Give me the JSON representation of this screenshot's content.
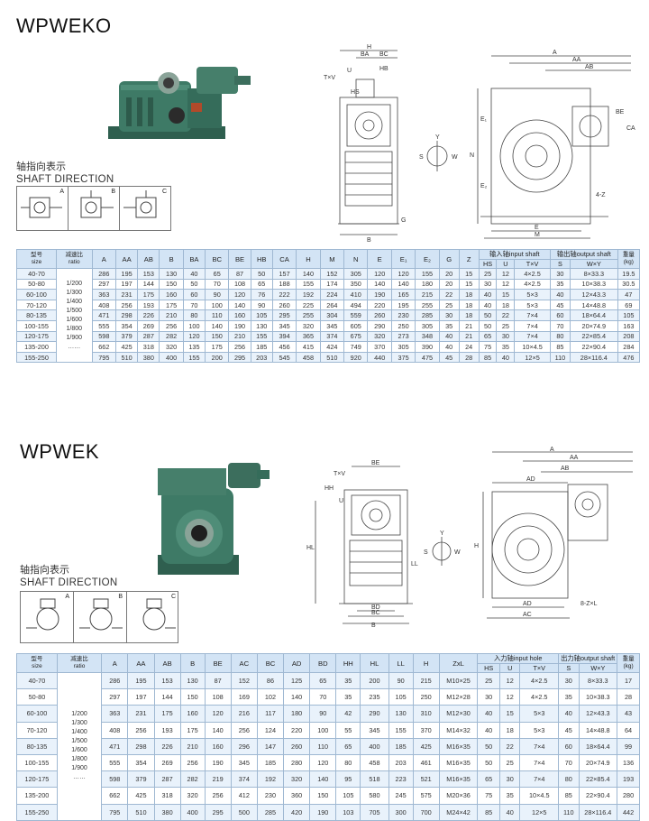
{
  "sections": [
    {
      "title": "WPWEKO",
      "shaft_label_cn": "轴指向表示",
      "shaft_label_en": "SHAFT DIRECTION",
      "direction_letters": [
        "A",
        "B",
        "C"
      ],
      "header": {
        "size_cn": "型号",
        "size_en": "size",
        "ratio_cn": "减速比",
        "ratio_en": "ratio",
        "cols": [
          "A",
          "AA",
          "AB",
          "B",
          "BA",
          "BC",
          "BE",
          "HB",
          "CA",
          "H",
          "M",
          "N",
          "E",
          "E₁",
          "E₂",
          "G",
          "Z"
        ],
        "input_group": "输入轴input shaft",
        "output_group": "输出轴output shaft",
        "weight_cn": "重量",
        "weight_unit": "(kg)",
        "input_cols": [
          "HS",
          "U",
          "T×V"
        ],
        "output_cols": [
          "S",
          "W×Y"
        ]
      },
      "ratio_list": [
        "1/200",
        "1/300",
        "1/400",
        "1/500",
        "1/600",
        "1/800",
        "1/900",
        "……"
      ],
      "rows": [
        [
          "40-70",
          "286",
          "195",
          "153",
          "130",
          "40",
          "65",
          "87",
          "50",
          "157",
          "140",
          "152",
          "305",
          "120",
          "120",
          "155",
          "20",
          "15",
          "25",
          "12",
          "4×2.5",
          "30",
          "8×33.3",
          "19.5"
        ],
        [
          "50-80",
          "297",
          "197",
          "144",
          "150",
          "50",
          "70",
          "108",
          "65",
          "188",
          "155",
          "174",
          "350",
          "140",
          "140",
          "180",
          "20",
          "15",
          "30",
          "12",
          "4×2.5",
          "35",
          "10×38.3",
          "30.5"
        ],
        [
          "60-100",
          "363",
          "231",
          "175",
          "160",
          "60",
          "90",
          "120",
          "76",
          "222",
          "192",
          "224",
          "410",
          "190",
          "165",
          "215",
          "22",
          "18",
          "40",
          "15",
          "5×3",
          "40",
          "12×43.3",
          "47"
        ],
        [
          "70-120",
          "408",
          "256",
          "193",
          "175",
          "70",
          "100",
          "140",
          "90",
          "260",
          "225",
          "264",
          "494",
          "220",
          "195",
          "255",
          "25",
          "18",
          "40",
          "18",
          "5×3",
          "45",
          "14×48.8",
          "69"
        ],
        [
          "80-135",
          "471",
          "298",
          "226",
          "210",
          "80",
          "110",
          "160",
          "105",
          "295",
          "255",
          "304",
          "559",
          "260",
          "230",
          "285",
          "30",
          "18",
          "50",
          "22",
          "7×4",
          "60",
          "18×64.4",
          "105"
        ],
        [
          "100-155",
          "555",
          "354",
          "269",
          "256",
          "100",
          "140",
          "190",
          "130",
          "345",
          "320",
          "345",
          "605",
          "290",
          "250",
          "305",
          "35",
          "21",
          "50",
          "25",
          "7×4",
          "70",
          "20×74.9",
          "163"
        ],
        [
          "120-175",
          "598",
          "379",
          "287",
          "282",
          "120",
          "150",
          "210",
          "155",
          "394",
          "365",
          "374",
          "675",
          "320",
          "273",
          "348",
          "40",
          "21",
          "65",
          "30",
          "7×4",
          "80",
          "22×85.4",
          "208"
        ],
        [
          "135-200",
          "662",
          "425",
          "318",
          "320",
          "135",
          "175",
          "256",
          "185",
          "456",
          "415",
          "424",
          "749",
          "370",
          "305",
          "390",
          "40",
          "24",
          "75",
          "35",
          "10×4.5",
          "85",
          "22×90.4",
          "284"
        ],
        [
          "155-250",
          "795",
          "510",
          "380",
          "400",
          "155",
          "200",
          "295",
          "203",
          "545",
          "458",
          "510",
          "920",
          "440",
          "375",
          "475",
          "45",
          "28",
          "85",
          "40",
          "12×5",
          "110",
          "28×116.4",
          "476"
        ]
      ]
    },
    {
      "title": "WPWEK",
      "shaft_label_cn": "轴指向表示",
      "shaft_label_en": "SHAFT DIRECTION",
      "direction_letters": [
        "A",
        "B",
        "C"
      ],
      "header": {
        "size_cn": "型号",
        "size_en": "size",
        "ratio_cn": "减速比",
        "ratio_en": "ratio",
        "cols": [
          "A",
          "AA",
          "AB",
          "B",
          "BE",
          "AC",
          "BC",
          "AD",
          "BD",
          "HH",
          "HL",
          "LL",
          "H",
          "ZxL"
        ],
        "input_group": "入力轴input hole",
        "output_group": "出力轴output shaft",
        "weight_cn": "重量",
        "weight_unit": "(kg)",
        "input_cols": [
          "HS",
          "U",
          "T×V"
        ],
        "output_cols": [
          "S",
          "W×Y"
        ]
      },
      "ratio_list": [
        "1/200",
        "1/300",
        "1/400",
        "1/500",
        "1/600",
        "1/800",
        "1/900",
        "……"
      ],
      "rows": [
        [
          "40-70",
          "286",
          "195",
          "153",
          "130",
          "87",
          "152",
          "86",
          "125",
          "65",
          "35",
          "200",
          "90",
          "215",
          "M10×25",
          "25",
          "12",
          "4×2.5",
          "30",
          "8×33.3",
          "17"
        ],
        [
          "50-80",
          "297",
          "197",
          "144",
          "150",
          "108",
          "169",
          "102",
          "140",
          "70",
          "35",
          "235",
          "105",
          "250",
          "M12×28",
          "30",
          "12",
          "4×2.5",
          "35",
          "10×38.3",
          "28"
        ],
        [
          "60-100",
          "363",
          "231",
          "175",
          "160",
          "120",
          "216",
          "117",
          "180",
          "90",
          "42",
          "290",
          "130",
          "310",
          "M12×30",
          "40",
          "15",
          "5×3",
          "40",
          "12×43.3",
          "43"
        ],
        [
          "70-120",
          "408",
          "256",
          "193",
          "175",
          "140",
          "256",
          "124",
          "220",
          "100",
          "55",
          "345",
          "155",
          "370",
          "M14×32",
          "40",
          "18",
          "5×3",
          "45",
          "14×48.8",
          "64"
        ],
        [
          "80-135",
          "471",
          "298",
          "226",
          "210",
          "160",
          "296",
          "147",
          "260",
          "110",
          "65",
          "400",
          "185",
          "425",
          "M16×35",
          "50",
          "22",
          "7×4",
          "60",
          "18×64.4",
          "99"
        ],
        [
          "100-155",
          "555",
          "354",
          "269",
          "256",
          "190",
          "345",
          "185",
          "280",
          "120",
          "80",
          "458",
          "203",
          "461",
          "M16×35",
          "50",
          "25",
          "7×4",
          "70",
          "20×74.9",
          "136"
        ],
        [
          "120-175",
          "598",
          "379",
          "287",
          "282",
          "219",
          "374",
          "192",
          "320",
          "140",
          "95",
          "518",
          "223",
          "521",
          "M16×35",
          "65",
          "30",
          "7×4",
          "80",
          "22×85.4",
          "193"
        ],
        [
          "135-200",
          "662",
          "425",
          "318",
          "320",
          "256",
          "412",
          "230",
          "360",
          "150",
          "105",
          "580",
          "245",
          "575",
          "M20×36",
          "75",
          "35",
          "10×4.5",
          "85",
          "22×90.4",
          "280"
        ],
        [
          "155-250",
          "795",
          "510",
          "380",
          "400",
          "295",
          "500",
          "285",
          "420",
          "190",
          "103",
          "705",
          "300",
          "700",
          "M24×42",
          "85",
          "40",
          "12×5",
          "110",
          "28×116.4",
          "442"
        ]
      ]
    }
  ],
  "drawing_labels": {
    "top_side": [
      "H",
      "BA",
      "BC",
      "HB",
      "T×V",
      "U",
      "HS",
      "B",
      "G"
    ],
    "top_front": [
      "A",
      "AA",
      "AB",
      "BE",
      "CA",
      "E₁",
      "N",
      "E₂",
      "E",
      "M",
      "4-Z"
    ],
    "top_shaft": [
      "Y",
      "S",
      "W"
    ],
    "bottom_side": [
      "BE",
      "HH",
      "T×V",
      "U",
      "HL",
      "LL",
      "BD",
      "BC",
      "B"
    ],
    "bottom_front": [
      "A",
      "AA",
      "AB",
      "AD",
      "H",
      "AD",
      "AC",
      "8-Z×L"
    ],
    "bottom_shaft": [
      "Y",
      "S",
      "W"
    ]
  },
  "colors": {
    "table_header": "#d3e4f5",
    "table_stripe": "#e9f2fb",
    "table_border": "#9fb8d2",
    "gearbox_green": "#3e7a66"
  }
}
